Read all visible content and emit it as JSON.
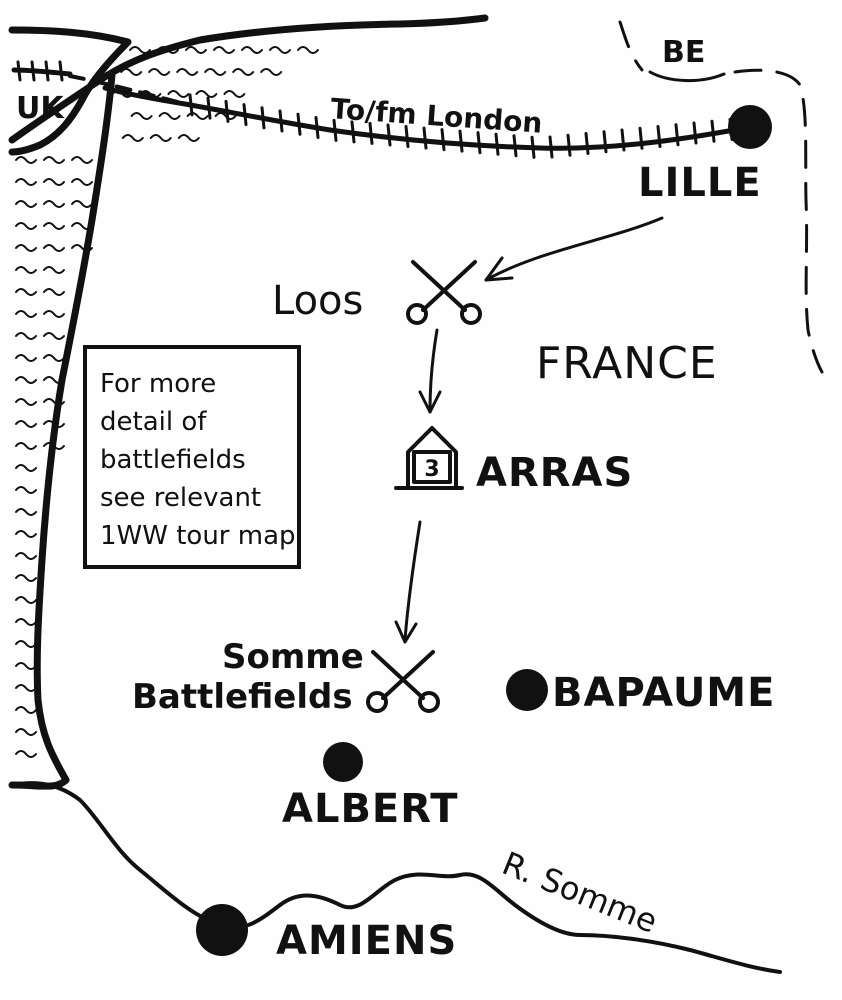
{
  "map": {
    "labels": {
      "uk": "UK",
      "be": "BE",
      "france": "FRANCE",
      "rail": "To/fm London",
      "river": "R. Somme"
    },
    "places": {
      "lille": "LILLE",
      "loos": "Loos",
      "arras": "ARRAS",
      "arras_number": "3",
      "somme_line1": "Somme",
      "somme_line2": "Battlefields",
      "bapaume": "BAPAUME",
      "albert": "ALBERT",
      "amiens": "AMIENS"
    },
    "note_box": {
      "lines": [
        "For more",
        "detail of",
        "battlefields",
        "see relevant",
        "1WW tour map"
      ]
    },
    "colors": {
      "ink": "#111111",
      "paper": "#fefefe"
    },
    "icons": {
      "battlefield": "crossed-swords-icon",
      "town": "filled-dot-icon",
      "accommodation": "house-number-icon"
    }
  }
}
